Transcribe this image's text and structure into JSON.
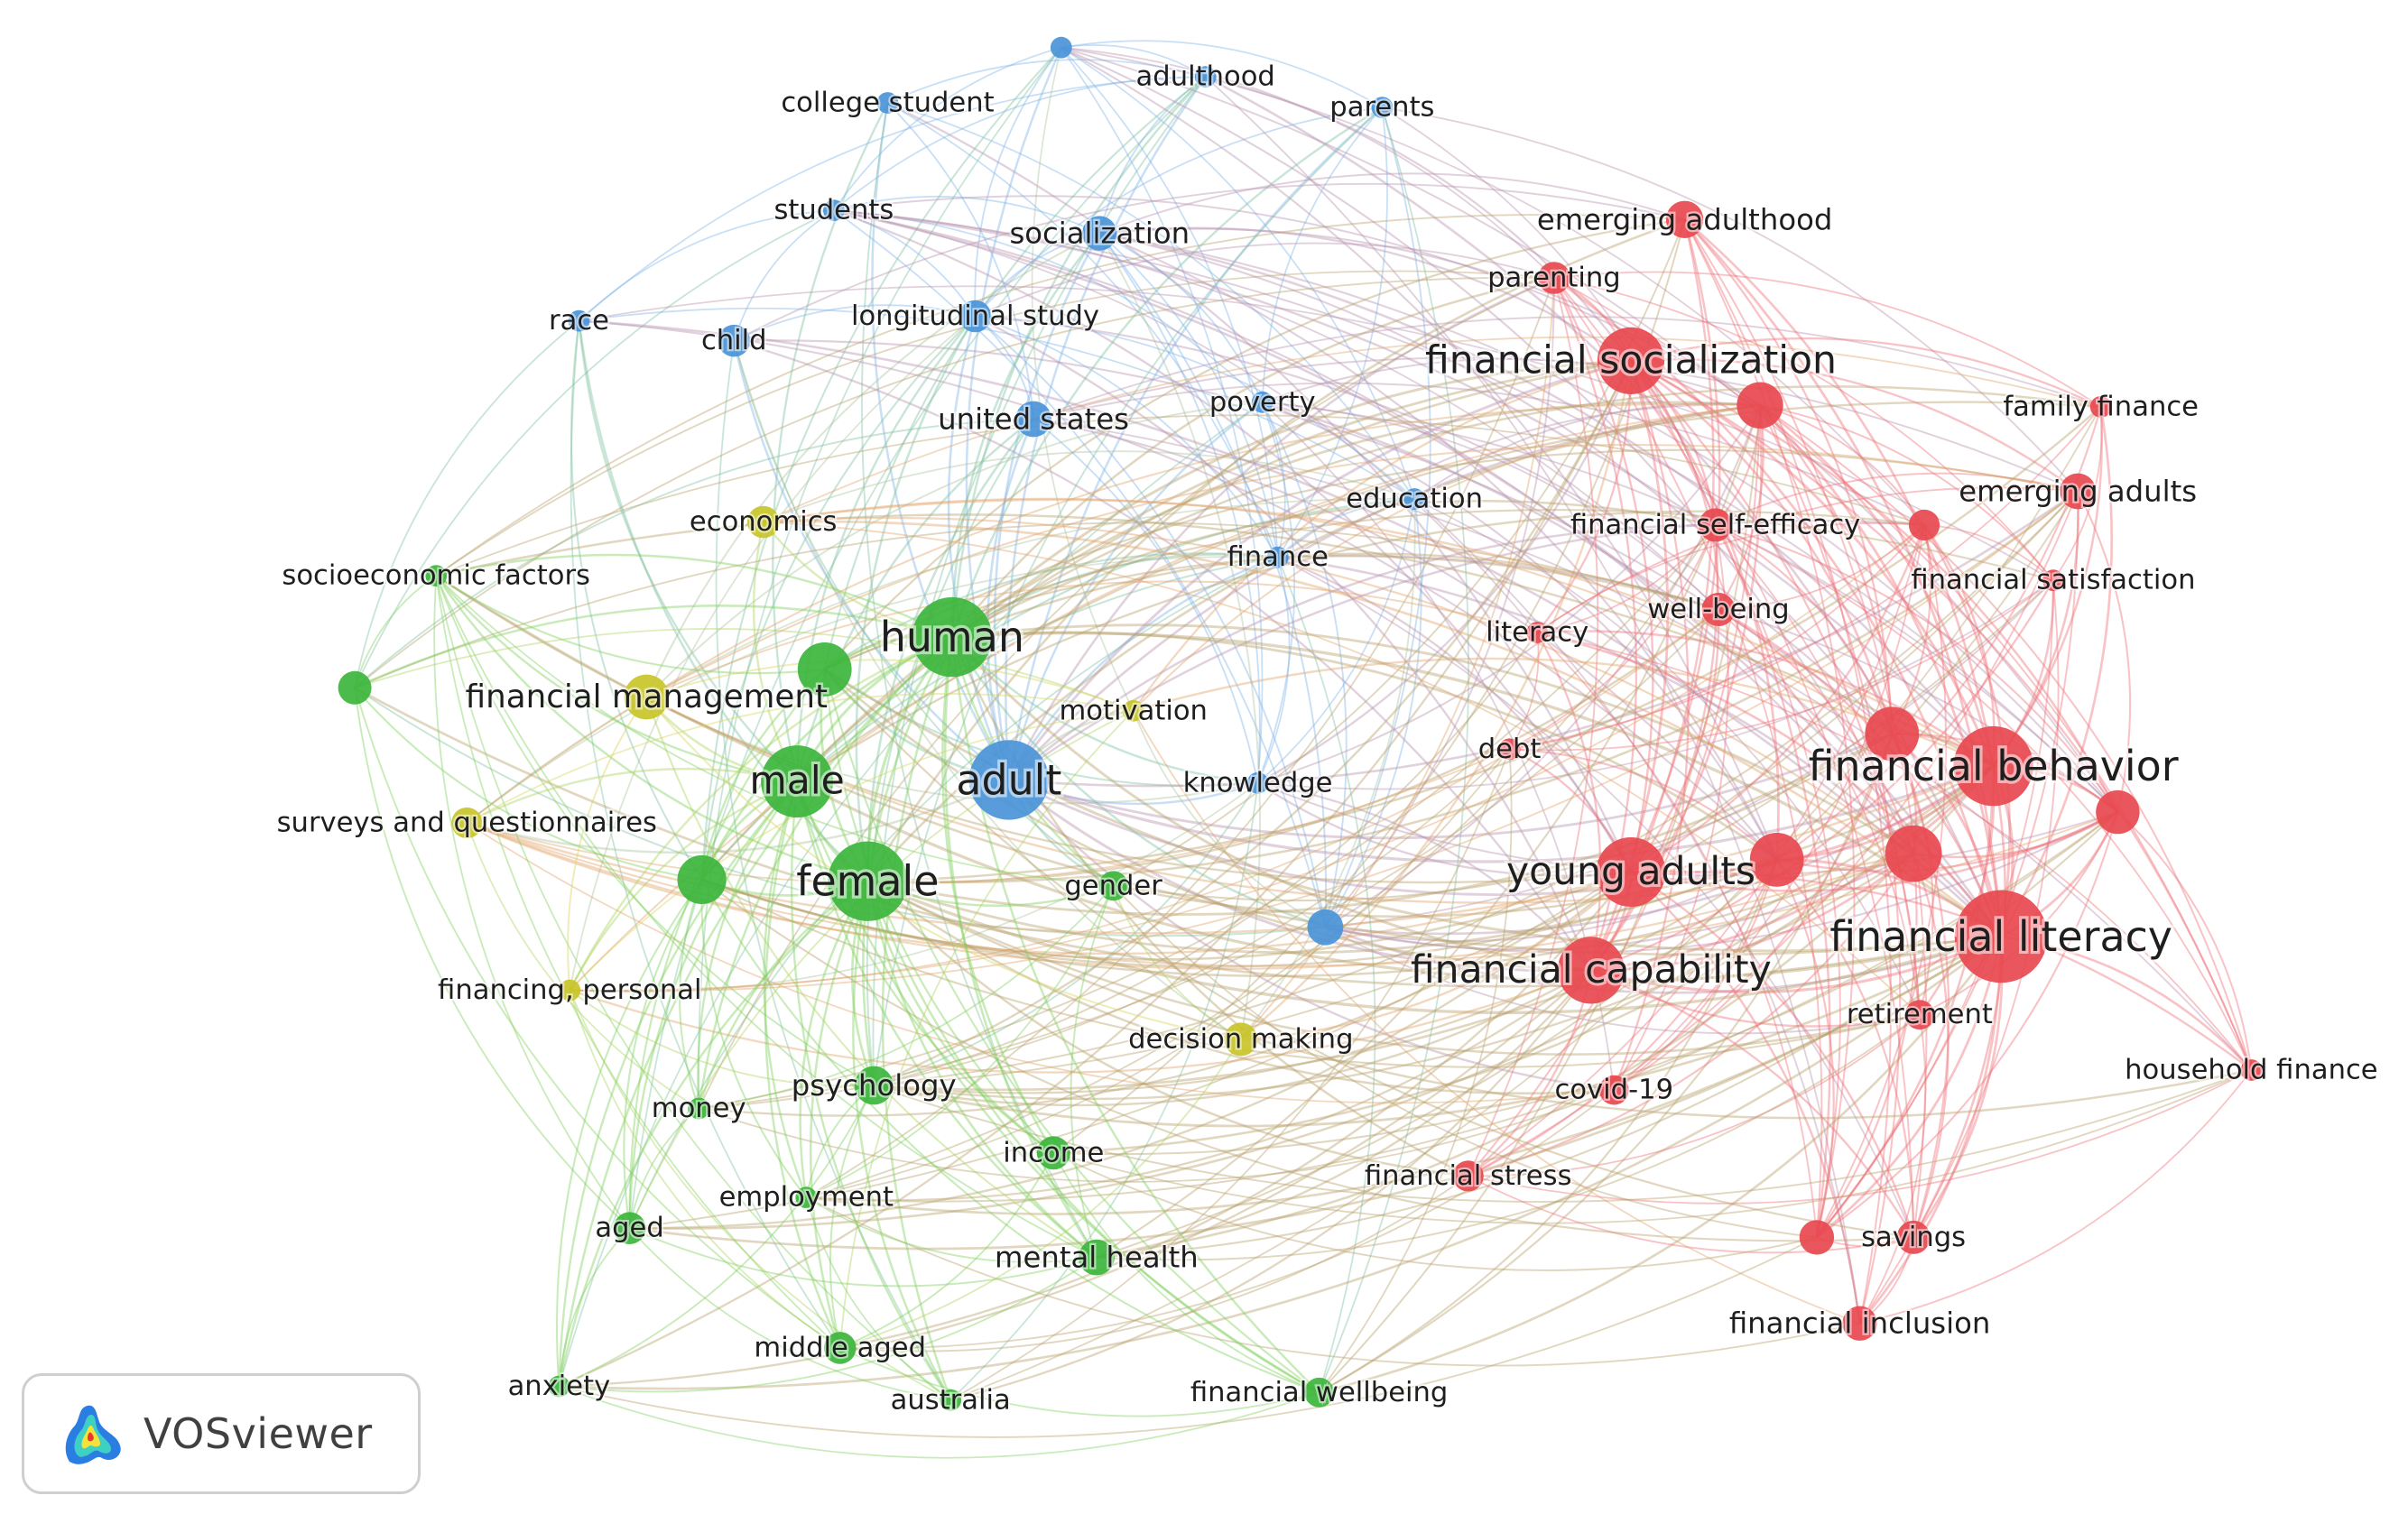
{
  "clusters": [
    {
      "id": "red",
      "color": "#e8484f",
      "link_color": "#ee7076"
    },
    {
      "id": "green",
      "color": "#3cb53c",
      "link_color": "#7fcf5a"
    },
    {
      "id": "blue",
      "color": "#4a94d8",
      "link_color": "#7fb2e6"
    },
    {
      "id": "yellow",
      "color": "#c8c42a",
      "link_color": "#d6d35a"
    }
  ],
  "nodes": [
    {
      "id": "college-student",
      "label": "college student",
      "cluster": "blue",
      "weight": 1
    },
    {
      "id": "adulthood",
      "label": "adulthood",
      "cluster": "blue",
      "weight": 1
    },
    {
      "id": "parents",
      "label": "parents",
      "cluster": "blue",
      "weight": 1
    },
    {
      "id": "blue-top",
      "label": "",
      "cluster": "blue",
      "weight": 1
    },
    {
      "id": "students",
      "label": "students",
      "cluster": "blue",
      "weight": 1
    },
    {
      "id": "socialization",
      "label": "socialization",
      "cluster": "blue",
      "weight": 1.5
    },
    {
      "id": "race",
      "label": "race",
      "cluster": "blue",
      "weight": 1
    },
    {
      "id": "child",
      "label": "child",
      "cluster": "blue",
      "weight": 1.3
    },
    {
      "id": "longitudinal-study",
      "label": "longitudinal study",
      "cluster": "blue",
      "weight": 1.3
    },
    {
      "id": "united-states",
      "label": "united states",
      "cluster": "blue",
      "weight": 1.6
    },
    {
      "id": "poverty",
      "label": "poverty",
      "cluster": "blue",
      "weight": 1
    },
    {
      "id": "education",
      "label": "education",
      "cluster": "blue",
      "weight": 1
    },
    {
      "id": "finance",
      "label": "finance",
      "cluster": "blue",
      "weight": 1
    },
    {
      "id": "knowledge",
      "label": "knowledge",
      "cluster": "blue",
      "weight": 1
    },
    {
      "id": "adult",
      "label": "adult",
      "cluster": "blue",
      "weight": 5
    },
    {
      "id": "blue-mid",
      "label": "",
      "cluster": "blue",
      "weight": 1.6
    },
    {
      "id": "emerging-adulthood",
      "label": "emerging adulthood",
      "cluster": "red",
      "weight": 1.7
    },
    {
      "id": "parenting",
      "label": "parenting",
      "cluster": "red",
      "weight": 1.3
    },
    {
      "id": "financial-socialization",
      "label": "financial socialization",
      "cluster": "red",
      "weight": 4
    },
    {
      "id": "red-unlabeled-1",
      "label": "",
      "cluster": "red",
      "weight": 2.4
    },
    {
      "id": "family-finance",
      "label": "family finance",
      "cluster": "red",
      "weight": 1
    },
    {
      "id": "emerging-adults",
      "label": "emerging adults",
      "cluster": "red",
      "weight": 1.6
    },
    {
      "id": "financial-self-efficacy",
      "label": "financial self-efficacy",
      "cluster": "red",
      "weight": 1.4
    },
    {
      "id": "red-unlabeled-2",
      "label": "",
      "cluster": "red",
      "weight": 1.2
    },
    {
      "id": "financial-satisfaction",
      "label": "financial satisfaction",
      "cluster": "red",
      "weight": 1
    },
    {
      "id": "well-being",
      "label": "well-being",
      "cluster": "red",
      "weight": 1.4
    },
    {
      "id": "literacy",
      "label": "literacy",
      "cluster": "red",
      "weight": 1
    },
    {
      "id": "debt",
      "label": "debt",
      "cluster": "red",
      "weight": 1
    },
    {
      "id": "red-unlabeled-3",
      "label": "",
      "cluster": "red",
      "weight": 3
    },
    {
      "id": "financial-behavior",
      "label": "financial behavior",
      "cluster": "red",
      "weight": 5
    },
    {
      "id": "red-unlabeled-4",
      "label": "",
      "cluster": "red",
      "weight": 2.2
    },
    {
      "id": "young-adults",
      "label": "young adults",
      "cluster": "red",
      "weight": 4.2
    },
    {
      "id": "red-unlabeled-5",
      "label": "",
      "cluster": "red",
      "weight": 3
    },
    {
      "id": "red-unlabeled-6",
      "label": "",
      "cluster": "red",
      "weight": 3.2
    },
    {
      "id": "financial-literacy",
      "label": "financial literacy",
      "cluster": "red",
      "weight": 6
    },
    {
      "id": "financial-capability",
      "label": "financial capability",
      "cluster": "red",
      "weight": 4
    },
    {
      "id": "retirement",
      "label": "retirement",
      "cluster": "red",
      "weight": 1.1
    },
    {
      "id": "household-finance",
      "label": "household finance",
      "cluster": "red",
      "weight": 1
    },
    {
      "id": "covid-19",
      "label": "covid-19",
      "cluster": "red",
      "weight": 1.1
    },
    {
      "id": "financial-stress",
      "label": "financial stress",
      "cluster": "red",
      "weight": 1.2
    },
    {
      "id": "red-unlabeled-7",
      "label": "",
      "cluster": "red",
      "weight": 1.5
    },
    {
      "id": "savings",
      "label": "savings",
      "cluster": "red",
      "weight": 1.4
    },
    {
      "id": "financial-inclusion",
      "label": "financial inclusion",
      "cluster": "red",
      "weight": 1.5
    },
    {
      "id": "socioeconomic-factors",
      "label": "socioeconomic factors",
      "cluster": "green",
      "weight": 1
    },
    {
      "id": "green-left",
      "label": "",
      "cluster": "green",
      "weight": 1.4
    },
    {
      "id": "human",
      "label": "human",
      "cluster": "green",
      "weight": 5
    },
    {
      "id": "green-near-human",
      "label": "",
      "cluster": "green",
      "weight": 3
    },
    {
      "id": "male",
      "label": "male",
      "cluster": "green",
      "weight": 4.4
    },
    {
      "id": "female",
      "label": "female",
      "cluster": "green",
      "weight": 5
    },
    {
      "id": "green-mid-left",
      "label": "",
      "cluster": "green",
      "weight": 2.6
    },
    {
      "id": "gender",
      "label": "gender",
      "cluster": "green",
      "weight": 1.1
    },
    {
      "id": "psychology",
      "label": "psychology",
      "cluster": "green",
      "weight": 1.8
    },
    {
      "id": "money",
      "label": "money",
      "cluster": "green",
      "weight": 1
    },
    {
      "id": "income",
      "label": "income",
      "cluster": "green",
      "weight": 1.4
    },
    {
      "id": "employment",
      "label": "employment",
      "cluster": "green",
      "weight": 1
    },
    {
      "id": "aged",
      "label": "aged",
      "cluster": "green",
      "weight": 1.3
    },
    {
      "id": "mental-health",
      "label": "mental health",
      "cluster": "green",
      "weight": 1.6
    },
    {
      "id": "middle-aged",
      "label": "middle aged",
      "cluster": "green",
      "weight": 1.3
    },
    {
      "id": "anxiety",
      "label": "anxiety",
      "cluster": "green",
      "weight": 1
    },
    {
      "id": "australia",
      "label": "australia",
      "cluster": "green",
      "weight": 1
    },
    {
      "id": "financial-wellbeing",
      "label": "financial wellbeing",
      "cluster": "green",
      "weight": 1.1
    },
    {
      "id": "economics",
      "label": "economics",
      "cluster": "yellow",
      "weight": 1.3
    },
    {
      "id": "financial-management",
      "label": "financial management",
      "cluster": "yellow",
      "weight": 2.3
    },
    {
      "id": "motivation",
      "label": "motivation",
      "cluster": "yellow",
      "weight": 1
    },
    {
      "id": "surveys-and-questionnaires",
      "label": "surveys and questionnaires",
      "cluster": "yellow",
      "weight": 1.2
    },
    {
      "id": "financing-personal",
      "label": "financing, personal",
      "cluster": "yellow",
      "weight": 1
    },
    {
      "id": "decision-making",
      "label": "decision making",
      "cluster": "yellow",
      "weight": 1.4
    }
  ],
  "logo": {
    "text": "VOSviewer",
    "icon": "vosviewer-logo-icon"
  }
}
